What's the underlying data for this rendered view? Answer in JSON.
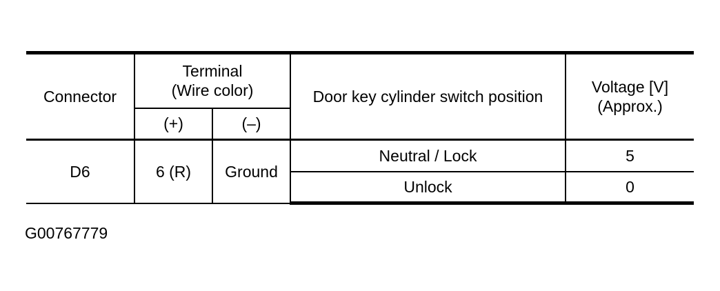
{
  "table": {
    "headers": {
      "connector": "Connector",
      "terminal": "Terminal\n(Wire color)",
      "plus": "(+)",
      "minus": "(–)",
      "position": "Door key cylinder switch position",
      "voltage": "Voltage [V]\n(Approx.)"
    },
    "rows": [
      {
        "connector": "D6",
        "plus": "6 (R)",
        "minus": "Ground",
        "position": "Neutral / Lock",
        "voltage": "5"
      },
      {
        "position": "Unlock",
        "voltage": "0"
      }
    ]
  },
  "figure_id": "G00767779"
}
